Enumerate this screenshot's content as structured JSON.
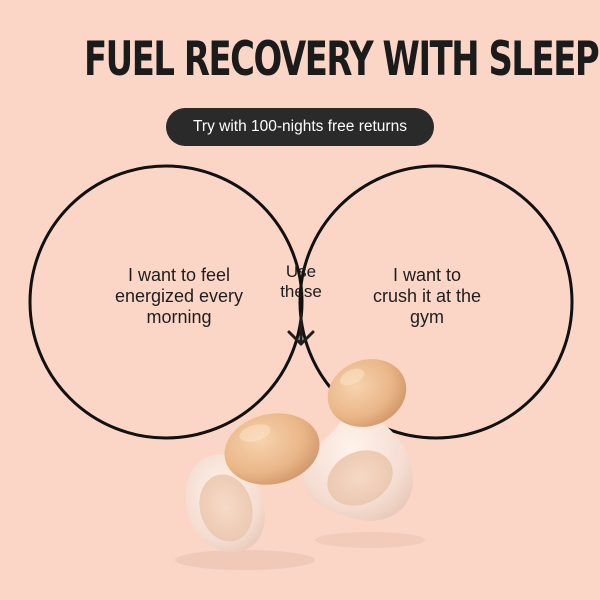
{
  "headline": "FUEL RECOVERY WITH SLEEP",
  "offer_button": "Try with 100-nights free returns",
  "venn": {
    "left_text": "I want to feel energized every morning",
    "right_text": "I want to crush it at the gym",
    "intersection_text": "Use these",
    "intersection_icon": "arrow-down-icon"
  },
  "product_image": "earplugs",
  "colors": {
    "background": "#FBD6C7",
    "intersection": "#D5D2F2",
    "outline": "#111111",
    "pill": "#2A2A2A",
    "earplug_cap": "#E8B588"
  }
}
